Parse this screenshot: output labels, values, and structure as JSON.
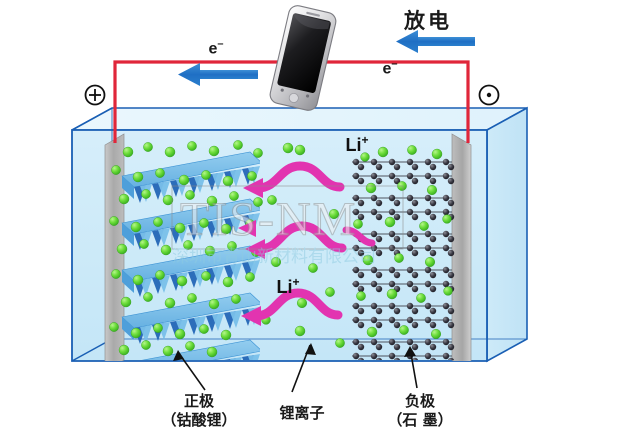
{
  "diagram": {
    "title_type": "lithium-ion-battery-discharge-schematic",
    "top": {
      "discharge_label": "放电",
      "electron_label_left": "e-",
      "electron_label_right": "e-",
      "positive_terminal": "+",
      "negative_terminal": "-",
      "device": "smartphone"
    },
    "interior": {
      "ion_label_upper": "Li+",
      "ion_label_lower": "Li+",
      "cathode_rows": 5,
      "electrolyte_color": "#cdeaf7",
      "ion_color": "#56d23a",
      "cathode_color": "#5aa8e0",
      "flow_arrow_color": "#e33bb0",
      "wire_color": "#e02030",
      "box_color": "#1a5fb4",
      "current_collector_color": "#b0b0b0"
    },
    "callouts": {
      "cathode_name": "正极",
      "cathode_material": "（钴酸锂）",
      "electrolyte_name": "锂离子",
      "anode_name": "负极",
      "anode_material": "（石 墨）"
    },
    "watermark": {
      "brand": "TIS-NM",
      "company": "深圳市青山新材料有限公司"
    }
  }
}
